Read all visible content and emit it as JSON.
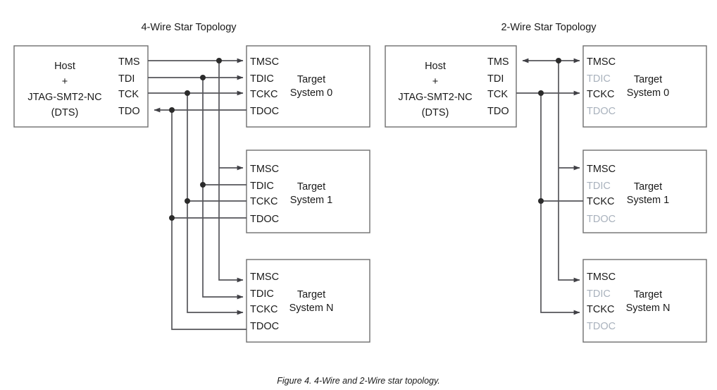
{
  "figure": {
    "caption": "Figure 4. 4-Wire and 2-Wire star topology."
  },
  "colors": {
    "background": "#ffffff",
    "box_stroke": "#6e6e6e",
    "wire": "#55555a",
    "junction_dot": "#2b2b2b",
    "text": "#1a1a1a",
    "disabled_text": "#a9b2bd"
  },
  "diagrams": [
    {
      "id": "four-wire",
      "title": "4-Wire Star Topology",
      "host": {
        "lines": [
          "Host",
          "+",
          "JTAG-SMT2-NC",
          "(DTS)"
        ],
        "pins": [
          {
            "label": "TMS",
            "direction": "out",
            "disabled": false
          },
          {
            "label": "TDI",
            "direction": "out",
            "disabled": false
          },
          {
            "label": "TCK",
            "direction": "out",
            "disabled": false
          },
          {
            "label": "TDO",
            "direction": "in",
            "disabled": false
          }
        ]
      },
      "targets": [
        {
          "name_lines": [
            "Target",
            "System 0"
          ],
          "pins": [
            {
              "label": "TMSC",
              "direction": "in",
              "disabled": false
            },
            {
              "label": "TDIC",
              "direction": "in",
              "disabled": false
            },
            {
              "label": "TCKC",
              "direction": "in",
              "disabled": false
            },
            {
              "label": "TDOC",
              "direction": "out",
              "disabled": false
            }
          ]
        },
        {
          "name_lines": [
            "Target",
            "System 1"
          ],
          "pins": [
            {
              "label": "TMSC",
              "direction": "in",
              "disabled": false
            },
            {
              "label": "TDIC",
              "direction": "in",
              "disabled": false
            },
            {
              "label": "TCKC",
              "direction": "in",
              "disabled": false
            },
            {
              "label": "TDOC",
              "direction": "out",
              "disabled": false
            }
          ]
        },
        {
          "name_lines": [
            "Target",
            "System N"
          ],
          "pins": [
            {
              "label": "TMSC",
              "direction": "in",
              "disabled": false
            },
            {
              "label": "TDIC",
              "direction": "in",
              "disabled": false
            },
            {
              "label": "TCKC",
              "direction": "in",
              "disabled": false
            },
            {
              "label": "TDOC",
              "direction": "out",
              "disabled": false
            }
          ]
        }
      ]
    },
    {
      "id": "two-wire",
      "title": "2-Wire Star Topology",
      "host": {
        "lines": [
          "Host",
          "+",
          "JTAG-SMT2-NC",
          "(DTS)"
        ],
        "pins": [
          {
            "label": "TMS",
            "direction": "bidirectional",
            "disabled": false
          },
          {
            "label": "TDI",
            "direction": "none",
            "disabled": false
          },
          {
            "label": "TCK",
            "direction": "out",
            "disabled": false
          },
          {
            "label": "TDO",
            "direction": "none",
            "disabled": false
          }
        ]
      },
      "targets": [
        {
          "name_lines": [
            "Target",
            "System 0"
          ],
          "pins": [
            {
              "label": "TMSC",
              "direction": "in",
              "disabled": false
            },
            {
              "label": "TDIC",
              "direction": "none",
              "disabled": true
            },
            {
              "label": "TCKC",
              "direction": "in",
              "disabled": false
            },
            {
              "label": "TDOC",
              "direction": "none",
              "disabled": true
            }
          ]
        },
        {
          "name_lines": [
            "Target",
            "System 1"
          ],
          "pins": [
            {
              "label": "TMSC",
              "direction": "in",
              "disabled": false
            },
            {
              "label": "TDIC",
              "direction": "none",
              "disabled": true
            },
            {
              "label": "TCKC",
              "direction": "in",
              "disabled": false
            },
            {
              "label": "TDOC",
              "direction": "none",
              "disabled": true
            }
          ]
        },
        {
          "name_lines": [
            "Target",
            "System N"
          ],
          "pins": [
            {
              "label": "TMSC",
              "direction": "in",
              "disabled": false
            },
            {
              "label": "TDIC",
              "direction": "none",
              "disabled": true
            },
            {
              "label": "TCKC",
              "direction": "in",
              "disabled": false
            },
            {
              "label": "TDOC",
              "direction": "none",
              "disabled": true
            }
          ]
        }
      ]
    }
  ]
}
